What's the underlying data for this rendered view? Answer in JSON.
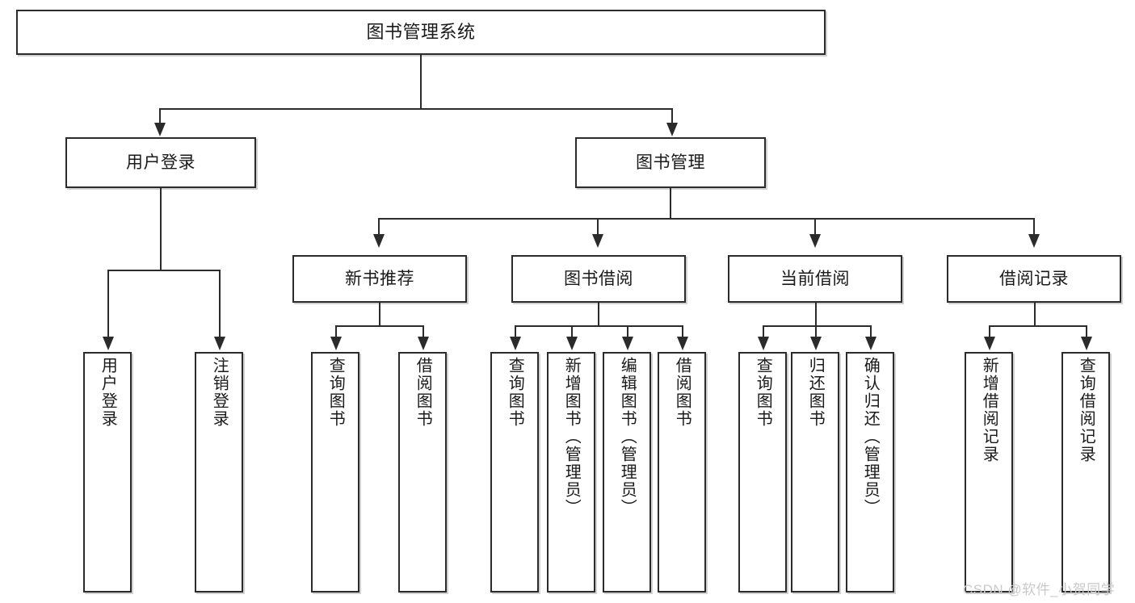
{
  "diagram": {
    "title": "图书管理系统",
    "watermark": "CSDN @软件_小贺同学",
    "colors": {
      "stroke": "#2b2b2b",
      "fill": "#ffffff",
      "text": "#1a1a1a",
      "watermark": "#c9c9c9"
    },
    "root": {
      "label": "图书管理系统"
    },
    "level1": [
      {
        "label": "用户登录"
      },
      {
        "label": "图书管理"
      }
    ],
    "level2": [
      {
        "label": "新书推荐"
      },
      {
        "label": "图书借阅"
      },
      {
        "label": "当前借阅"
      },
      {
        "label": "借阅记录"
      }
    ],
    "leaves": {
      "user_login": [
        {
          "label": "用户登录"
        },
        {
          "label": "注销登录"
        }
      ],
      "new_book_recommend": [
        {
          "label": "查询图书"
        },
        {
          "label": "借阅图书"
        }
      ],
      "book_borrow": [
        {
          "label": "查询图书"
        },
        {
          "label": "新增图书（管理员）"
        },
        {
          "label": "编辑图书（管理员）"
        },
        {
          "label": "借阅图书"
        }
      ],
      "current_borrow": [
        {
          "label": "查询图书"
        },
        {
          "label": "归还图书"
        },
        {
          "label": "确认归还（管理员）"
        }
      ],
      "borrow_record": [
        {
          "label": "新增借阅记录"
        },
        {
          "label": "查询借阅记录"
        }
      ]
    }
  }
}
